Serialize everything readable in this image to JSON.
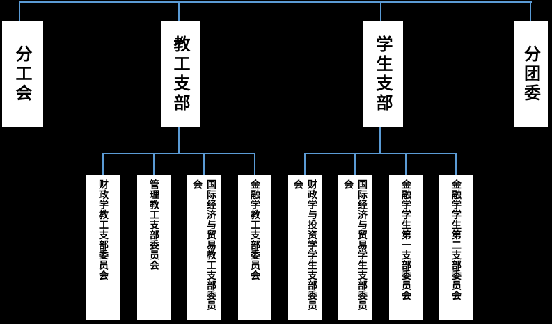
{
  "org": {
    "top_level": [
      {
        "label": "分工会"
      },
      {
        "label": "教工支部"
      },
      {
        "label": "学生支部"
      },
      {
        "label": "分团委"
      }
    ],
    "staff_children": [
      "财政学教工支部委员会",
      "管理教工支部委员会",
      "国际经济与贸易教工支部委员会",
      "金融学教工支部委员会"
    ],
    "student_children": [
      "财政学与投资学学生支部委员会",
      "国际经济与贸易学生支部委员会",
      "金融学学生第一支部委员会",
      "金融学学生第二支部委员会"
    ]
  },
  "colors": {
    "background": "#000000",
    "node_fill": "#FFFFFF",
    "node_text": "#000000",
    "connector": "#5B9BD5"
  }
}
